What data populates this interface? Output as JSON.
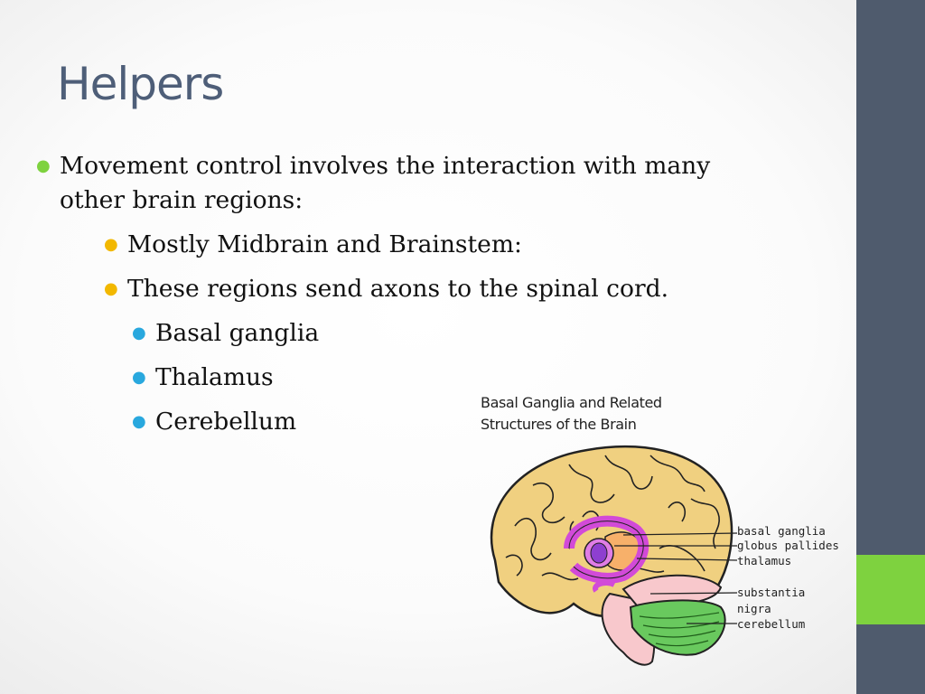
{
  "slide": {
    "title": "Helpers",
    "bullets": [
      {
        "level": 1,
        "text": "Movement control involves the interaction with many other brain regions:"
      },
      {
        "level": 2,
        "text": "Mostly Midbrain and Brainstem:"
      },
      {
        "level": 2,
        "text": "These regions send axons to the spinal cord."
      },
      {
        "level": 3,
        "text": "Basal ganglia"
      },
      {
        "level": 3,
        "text": "Thalamus"
      },
      {
        "level": 3,
        "text": "Cerebellum"
      }
    ]
  },
  "figure": {
    "caption_line1": "Basal Ganglia and Related",
    "caption_line2": "Structures of the Brain",
    "labels": {
      "basal_ganglia": "basal ganglia",
      "globus_pallides": "globus pallides",
      "thalamus": "thalamus",
      "substantia": "substantia",
      "nigra": "nigra",
      "cerebellum": "cerebellum"
    }
  },
  "colors": {
    "title": "#4e5e78",
    "sidebar": "#4f5b6d",
    "accent": "#7ed23f",
    "bullet_l1": "#7ed23f",
    "bullet_l2": "#f2b800",
    "bullet_l3": "#29a8de"
  }
}
